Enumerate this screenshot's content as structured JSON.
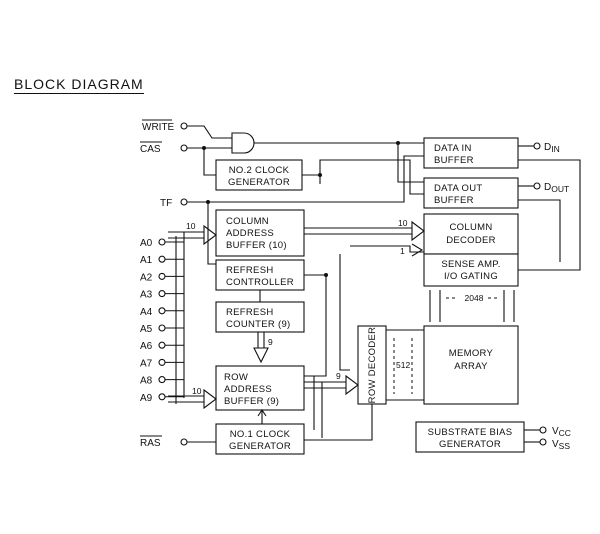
{
  "title": "BLOCK DIAGRAM",
  "pins": {
    "write": "WRITE",
    "cas": "CAS",
    "tf": "TF",
    "ras": "RAS",
    "din": "D",
    "din_sub": "IN",
    "dout": "D",
    "dout_sub": "OUT",
    "vcc": "V",
    "vcc_sub": "CC",
    "vss": "V",
    "vss_sub": "SS",
    "address": [
      "A0",
      "A1",
      "A2",
      "A3",
      "A4",
      "A5",
      "A6",
      "A7",
      "A8",
      "A9"
    ]
  },
  "blocks": {
    "data_in": [
      "DATA IN",
      "BUFFER"
    ],
    "data_out": [
      "DATA OUT",
      "BUFFER"
    ],
    "clock2": [
      "NO.2 CLOCK",
      "GENERATOR"
    ],
    "col_addr": [
      "COLUMN",
      "ADDRESS",
      "BUFFER (10)"
    ],
    "refresh_ctrl": [
      "REFRESH",
      "CONTROLLER"
    ],
    "refresh_cnt": [
      "REFRESH",
      "COUNTER (9)"
    ],
    "row_addr": [
      "ROW",
      "ADDRESS",
      "BUFFER (9)"
    ],
    "clock1": [
      "NO.1 CLOCK",
      "GENERATOR"
    ],
    "col_decoder": [
      "COLUMN",
      "DECODER"
    ],
    "sense_amp": [
      "SENSE AMP.",
      "I/O GATING"
    ],
    "memory": [
      "MEMORY",
      "ARRAY"
    ],
    "row_decoder": "ROW DECODER",
    "substrate": [
      "SUBSTRATE BIAS",
      "GENERATOR"
    ]
  },
  "labels": {
    "bus_10_col_in": "10",
    "bus_10_row_in": "10",
    "bus_10_col_out": "10",
    "bus_1": "1",
    "bus_9": "9",
    "bus_9_row": "9",
    "cols_2048": "2048",
    "rows_512": "512"
  }
}
